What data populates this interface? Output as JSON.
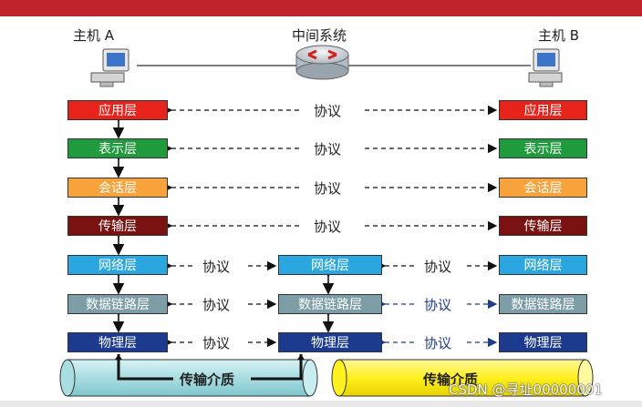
{
  "hosts": {
    "left": "主机 A",
    "middle": "中间系统",
    "right": "主机 B"
  },
  "layers": {
    "application": "应用层",
    "presentation": "表示层",
    "session": "会话层",
    "transport": "传输层",
    "network": "网络层",
    "datalink": "数据链路层",
    "physical": "物理层"
  },
  "protocol_label": "协议",
  "media_label": "传输介质",
  "watermark": "CSDN @寻址00000001",
  "colors": {
    "application": "#e8231b",
    "presentation": "#1f9a3c",
    "session": "#f7a23a",
    "transport": "#7a1212",
    "network": "#2aa6e0",
    "datalink": "#7d9ea7",
    "physical": "#1c3b8f",
    "media_left": "#b6e2e6",
    "media_right": "#ffee22"
  }
}
